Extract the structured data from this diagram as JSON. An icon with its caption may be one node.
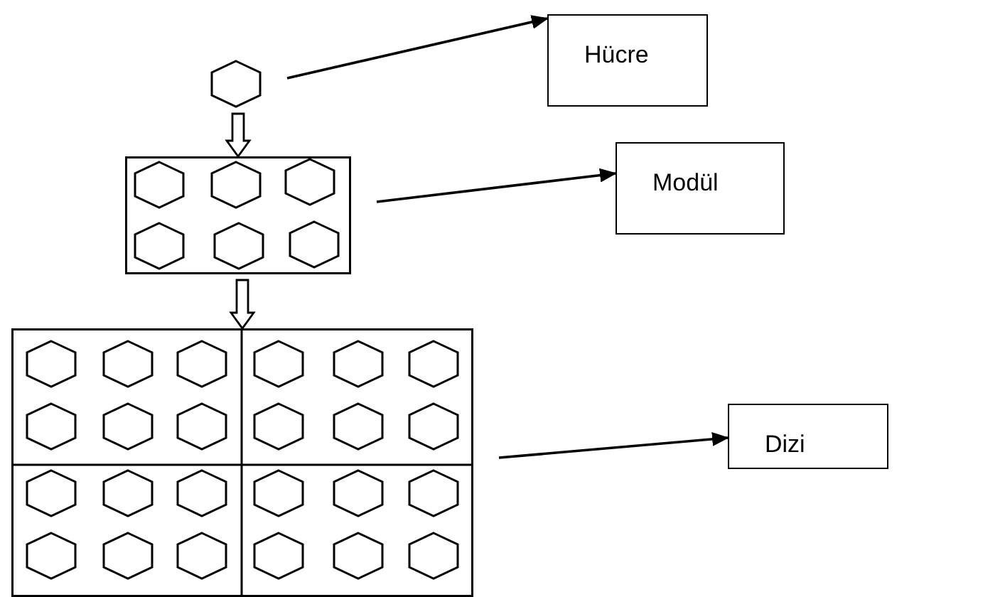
{
  "diagram": {
    "nodes": [
      {
        "text": [],
        "shape": "hexagon"
      },
      {
        "text": [],
        "shape": "box"
      },
      {
        "text": [],
        "shape": "box"
      },
      {
        "text": [
          "Hücre"
        ]
      },
      {
        "text": [
          "Modül"
        ]
      },
      {
        "text": [
          "Dizi"
        ]
      }
    ],
    "edges": [
      {
        "from": 0,
        "to": 1,
        "arrow": "to",
        "style": "thick"
      },
      {
        "from": 1,
        "to": 2,
        "arrow": "to",
        "style": "thick"
      },
      {
        "from": 0,
        "to": 3,
        "arrow": "to"
      },
      {
        "from": 1,
        "to": 4,
        "arrow": "to"
      },
      {
        "from": 2,
        "to": 5,
        "arrow": "to"
      }
    ]
  }
}
